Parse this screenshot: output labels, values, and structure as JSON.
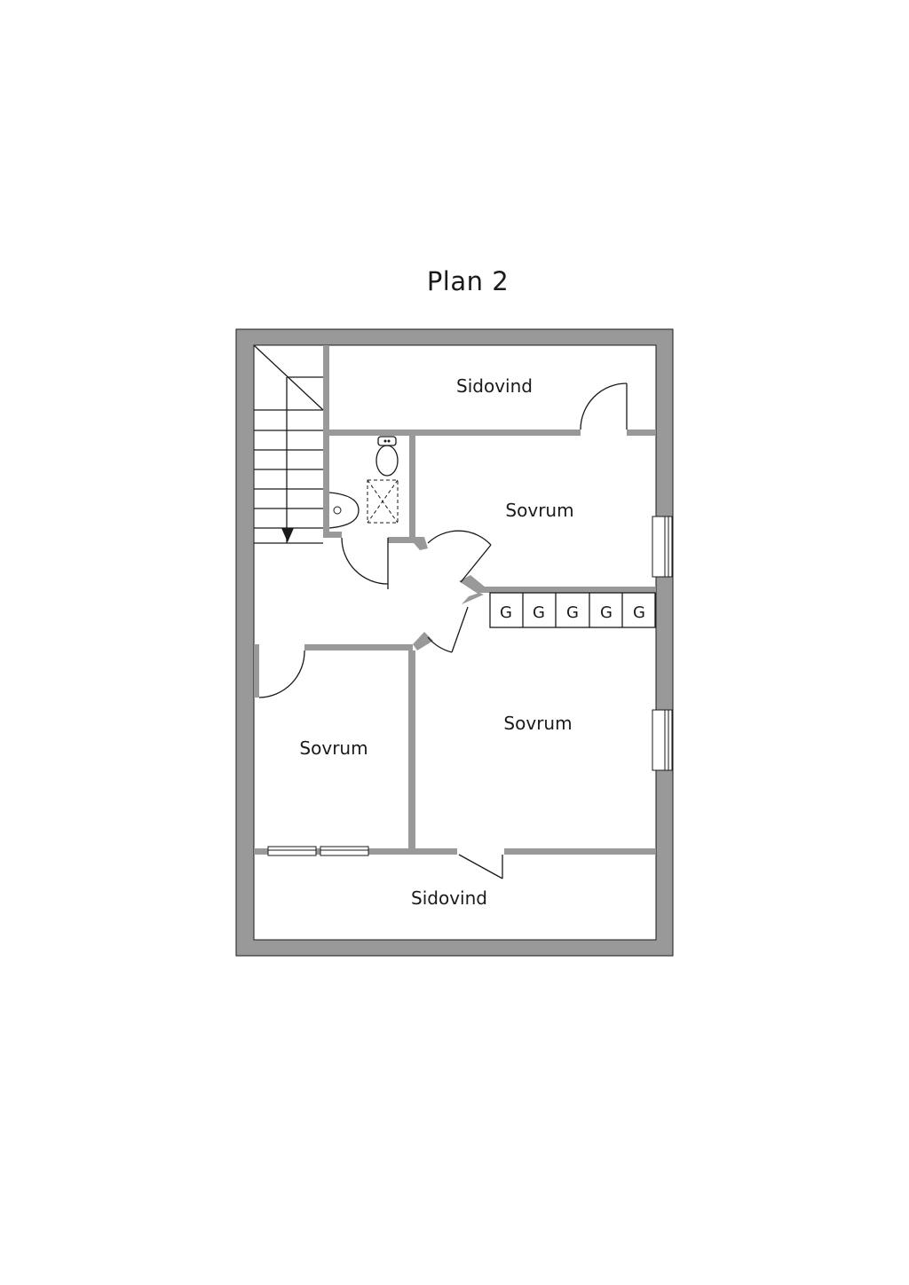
{
  "plan": {
    "title": "Plan 2"
  },
  "rooms": {
    "sidovind_top": "Sidovind",
    "sovrum_upper_right": "Sovrum",
    "sovrum_lower_right": "Sovrum",
    "sovrum_left": "Sovrum",
    "sidovind_bottom": "Sidovind"
  },
  "closets": [
    "G",
    "G",
    "G",
    "G",
    "G"
  ],
  "colors": {
    "wall": "#999999",
    "line": "#1a1a1a",
    "background": "#ffffff"
  }
}
